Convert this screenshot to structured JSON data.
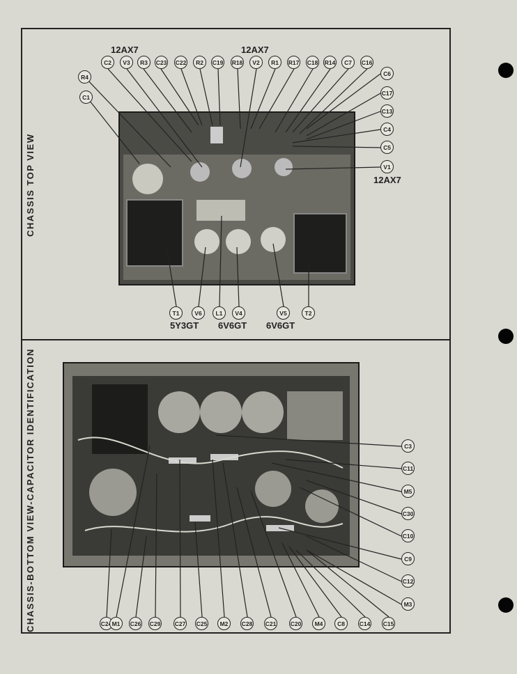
{
  "titles": {
    "top": "CHASSIS TOP VIEW",
    "bottom": "CHASSIS-BOTTOM VIEW-CAPACITOR IDENTIFICATION"
  },
  "tube_labels": {
    "top_left": "12AX7",
    "top_center": "12AX7",
    "right": "12AX7",
    "bottom_left": "5Y3GT",
    "bottom_center": "6V6GT",
    "bottom_right": "6V6GT"
  },
  "top_callouts_row": [
    "C2",
    "V3",
    "R3",
    "C23",
    "C22",
    "R2",
    "C19",
    "R18",
    "V2",
    "R1",
    "R17",
    "C18",
    "R14",
    "C7",
    "C16"
  ],
  "top_callouts_right": [
    "C6",
    "C17",
    "C13",
    "C4",
    "C5",
    "V1"
  ],
  "top_callouts_left": [
    "R4",
    "C1"
  ],
  "top_callouts_bottom": [
    "T1",
    "V6",
    "L1",
    "V4",
    "V5",
    "T2"
  ],
  "bottom_callouts_right": [
    "C3",
    "C11",
    "M5",
    "C30",
    "C10",
    "C9",
    "C12",
    "M3"
  ],
  "bottom_callouts_row": [
    "C24",
    "M1",
    "C26",
    "C29",
    "C27",
    "C25",
    "M2",
    "C28",
    "C21",
    "C20",
    "M4",
    "C8",
    "C14",
    "C15"
  ],
  "colors": {
    "paper": "#d9d9d2",
    "ink": "#222222"
  }
}
